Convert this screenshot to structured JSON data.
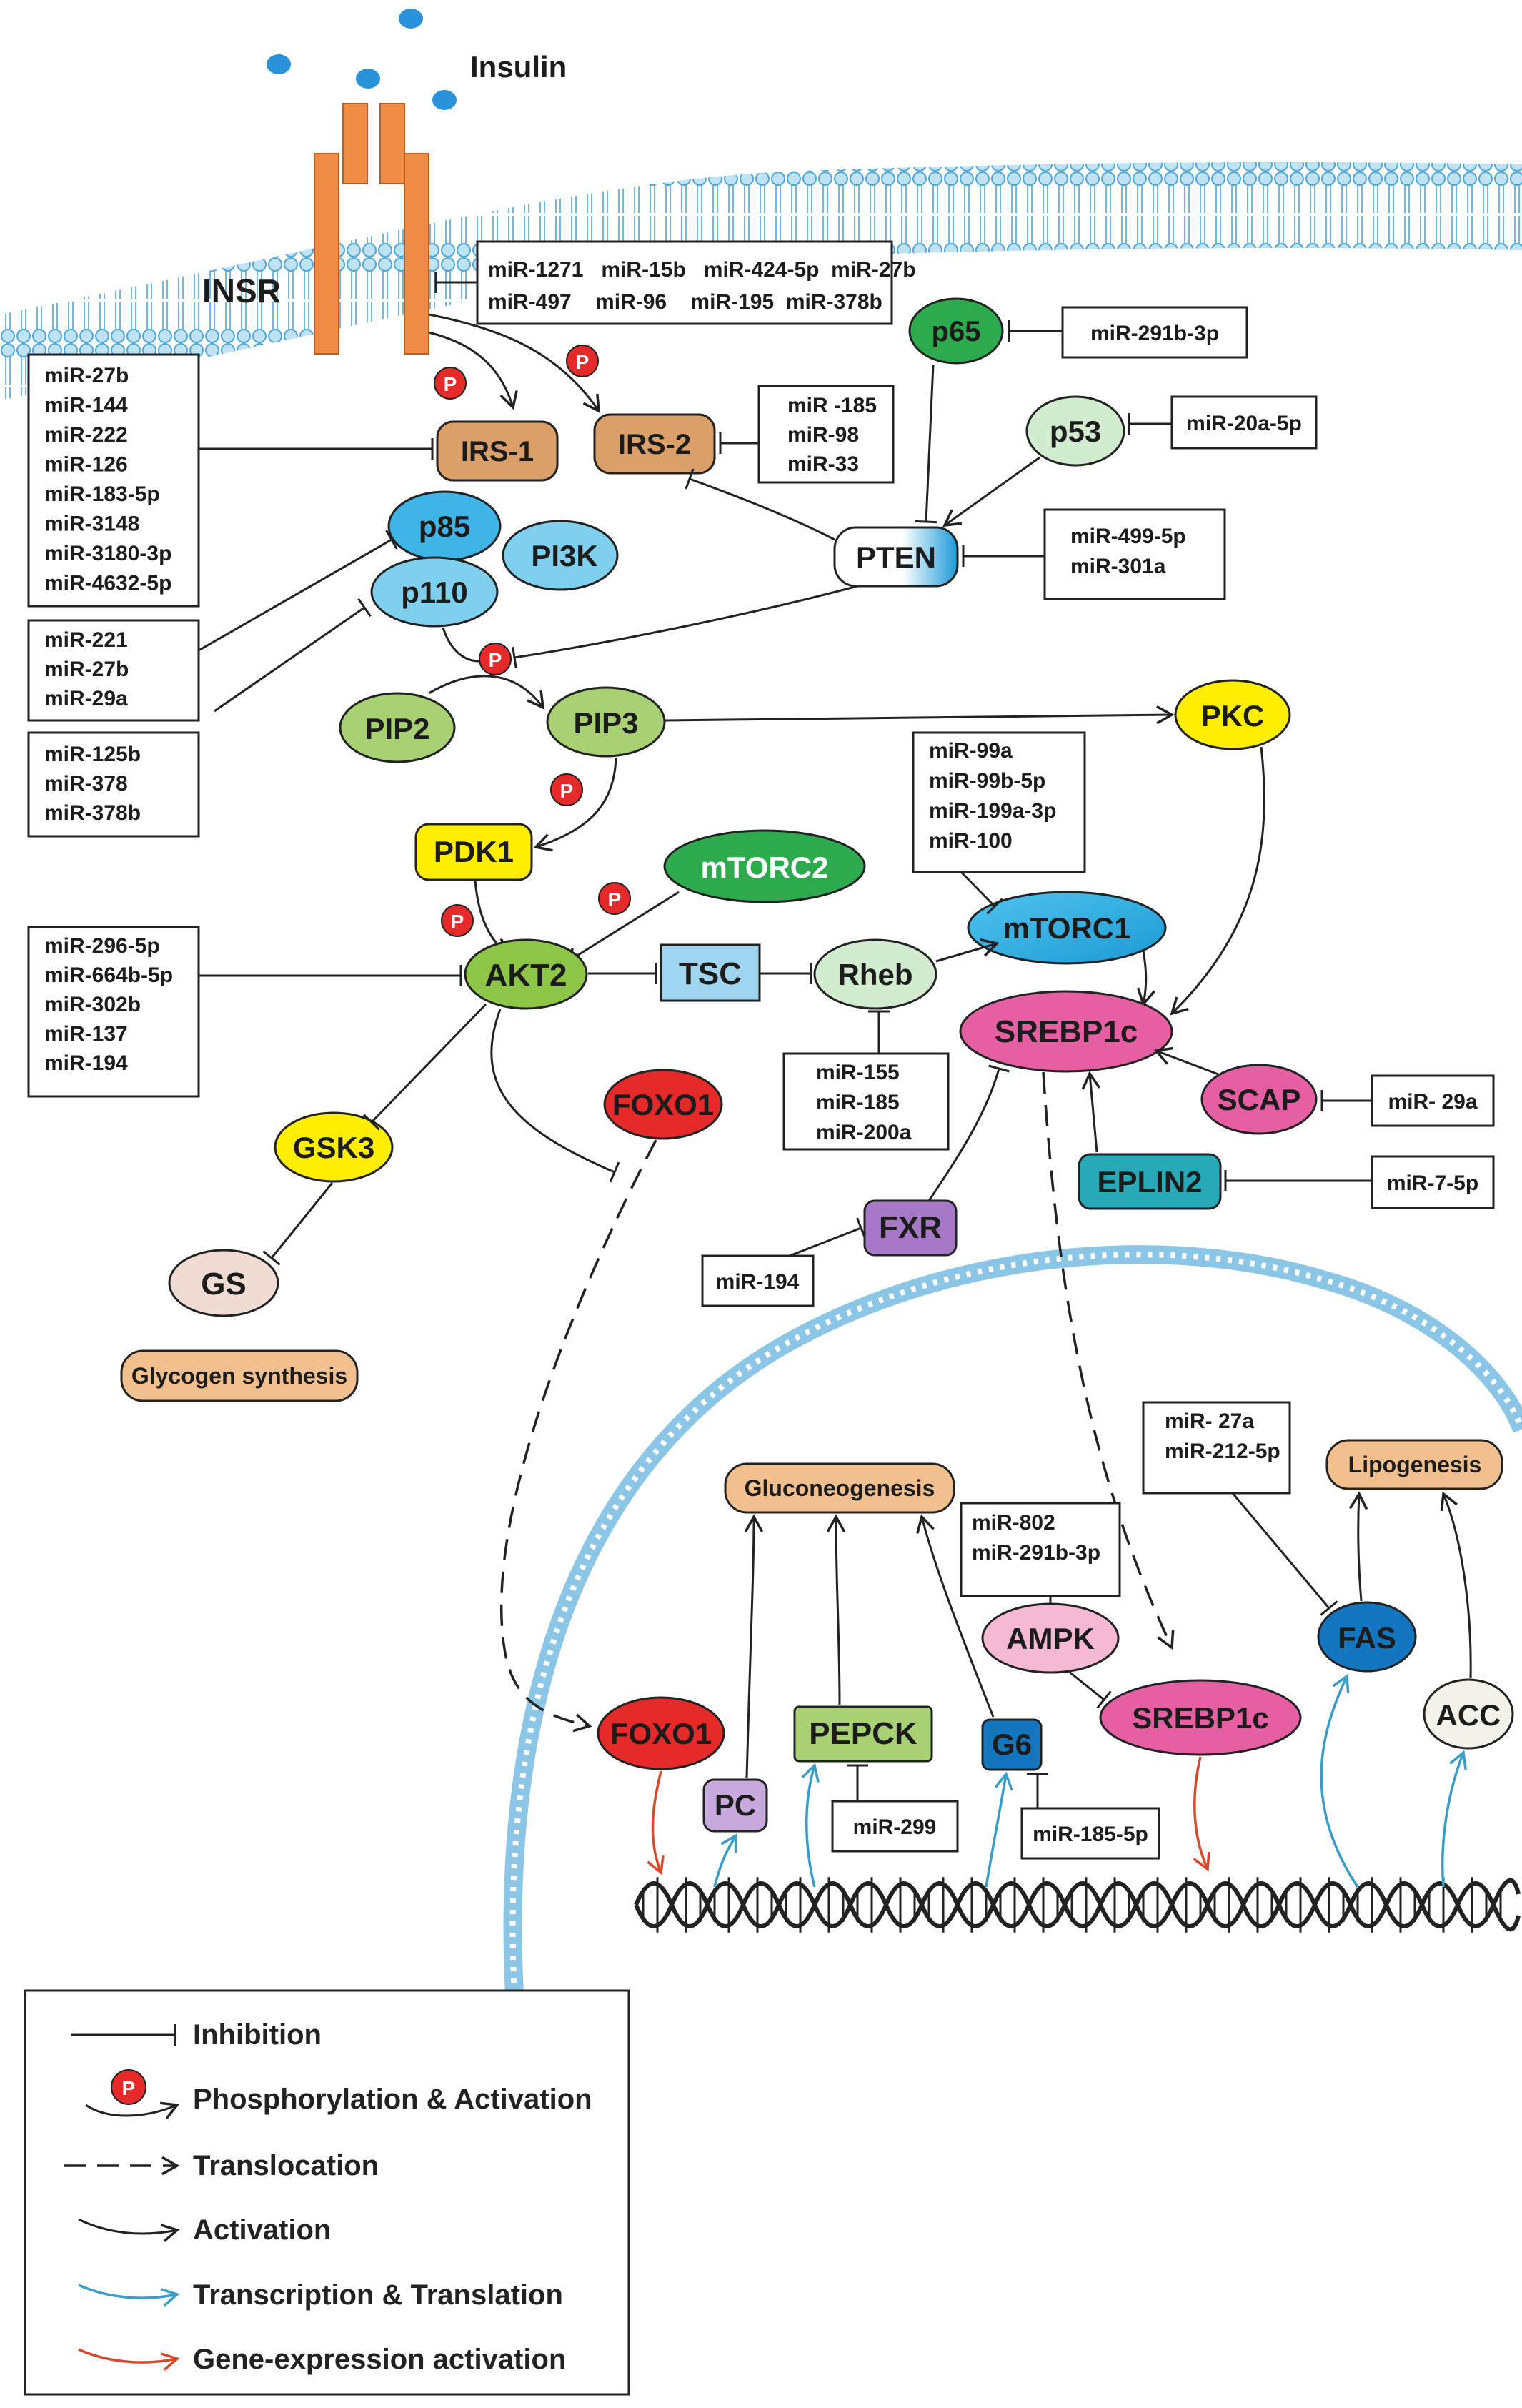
{
  "colors": {
    "orange": "#f08c45",
    "tan": "#dba06a",
    "salmon": "#f2c08f",
    "sky": "#3fb4e6",
    "skylight": "#7fd0ee",
    "green": "#2eaa4e",
    "lightgreen": "#d2ecd0",
    "midgreen": "#a7d173",
    "limegreen": "#8cc548",
    "yellow": "#ffee00",
    "magenta": "#e65fa3",
    "red": "#e52a2a",
    "teal": "#28a9b7",
    "purple": "#a678c5",
    "lavender": "#c7a9dd",
    "blue": "#1476bf",
    "beige": "#f0dcd3",
    "tsc": "#9fd4ef",
    "pink": "#f6b9d3",
    "blueArrow": "#3a9cc9",
    "redArrow": "#d9482b"
  },
  "labels": {
    "insulin": "Insulin",
    "insr": "INSR",
    "irs1": "IRS-1",
    "irs2": "IRS-2",
    "p65": "p65",
    "p53": "p53",
    "pten": "PTEN",
    "p85": "p85",
    "pi3k": "PI3K",
    "p110": "p110",
    "pip2": "PIP2",
    "pip3": "PIP3",
    "pkc": "PKC",
    "pdk1": "PDK1",
    "mtorc2": "mTORC2",
    "mtorc1": "mTORC1",
    "akt2": "AKT2",
    "tsc": "TSC",
    "rheb": "Rheb",
    "srebp1c": "SREBP1c",
    "scap": "SCAP",
    "eplin2": "EPLIN2",
    "foxo1": "FOXO1",
    "gsk3": "GSK3",
    "fxr": "FXR",
    "gs": "GS",
    "glycogen": "Glycogen synthesis",
    "gluconeogenesis": "Gluconeogenesis",
    "lipogenesis": "Lipogenesis",
    "ampk": "AMPK",
    "foxo1n": "FOXO1",
    "srebp1cn": "SREBP1c",
    "pepck": "PEPCK",
    "g6": "G6",
    "pc": "PC",
    "fas": "FAS",
    "acc": "ACC",
    "p": "P"
  },
  "mirnas": {
    "insr_line1": "miR-1271   miR-15b   miR-424-5p  miR-27b",
    "insr_line2": "miR-497    miR-96    miR-195  miR-378b",
    "irs1": [
      "miR-27b",
      "miR-144",
      "miR-222",
      "miR-126",
      "miR-183-5p",
      "miR-3148",
      "miR-3180-3p",
      "miR-4632-5p"
    ],
    "p85": [
      "miR-221",
      "miR-27b",
      "miR-29a"
    ],
    "p110": [
      "miR-125b",
      "miR-378",
      "miR-378b"
    ],
    "p65": "miR-291b-3p",
    "irs2": [
      "miR -185",
      "miR-98",
      "miR-33"
    ],
    "p53": "miR-20a-5p",
    "pten": [
      "miR-499-5p",
      "miR-301a"
    ],
    "mtorc1": [
      "miR-99a",
      "miR-99b-5p",
      "miR-199a-3p",
      "miR-100"
    ],
    "akt2": [
      "miR-296-5p",
      "miR-664b-5p",
      "miR-302b",
      "miR-137",
      "miR-194"
    ],
    "rheb": [
      "miR-155",
      "miR-185",
      "miR-200a"
    ],
    "scap": "miR- 29a",
    "eplin2": "miR-7-5p",
    "fxr": "miR-194",
    "fas": [
      "miR- 27a",
      "miR-212-5p"
    ],
    "ampk": [
      "miR-802",
      "miR-291b-3p"
    ],
    "pepck": "miR-299",
    "g6": "miR-185-5p"
  },
  "legend": [
    {
      "key": "inhibition",
      "label": "Inhibition"
    },
    {
      "key": "phospho",
      "label": "Phosphorylation & Activation"
    },
    {
      "key": "translocation",
      "label": "Translocation"
    },
    {
      "key": "activation",
      "label": "Activation"
    },
    {
      "key": "transcription",
      "label": "Transcription & Translation"
    },
    {
      "key": "geneexp",
      "label": "Gene-expression activation"
    }
  ]
}
